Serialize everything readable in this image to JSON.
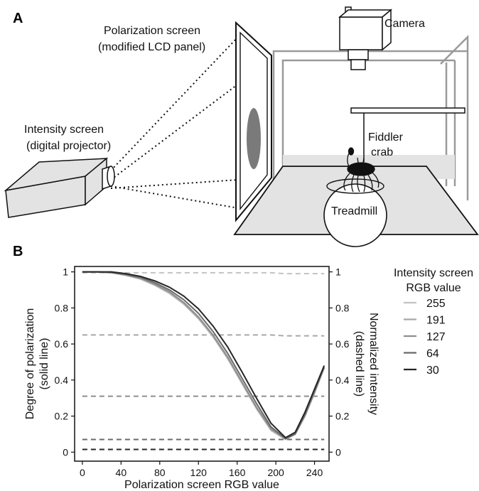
{
  "panel_a": {
    "letter": "A",
    "labels": {
      "polarization_screen_1": "Polarization screen",
      "polarization_screen_2": "(modified LCD panel)",
      "camera": "Camera",
      "intensity_screen_1": "Intensity screen",
      "intensity_screen_2": "(digital projector)",
      "fiddler": "Fiddler",
      "crab": "crab",
      "treadmill": "Treadmill"
    },
    "colors": {
      "fill": "#e3e3e3",
      "stimulus": "#7a7a7a",
      "line": "#111111",
      "frame": "#9a9a9a"
    }
  },
  "chart_data": {
    "panel_letter": "B",
    "type": "line",
    "xlabel": "Polarization screen RGB value",
    "ylabel_left_1": "Degree of polarization",
    "ylabel_left_2": "(solid line)",
    "ylabel_right_1": "Normalized intensity",
    "ylabel_right_2": "(dashed line)",
    "xlim": [
      -8,
      255
    ],
    "ylim": [
      -0.05,
      1.03
    ],
    "xticks": [
      0,
      40,
      80,
      120,
      160,
      200,
      240
    ],
    "yticks_left": [
      "0",
      "0.2",
      "0.4",
      "0.6",
      "0.8",
      "1"
    ],
    "yticks_right": [
      "0",
      "0.2",
      "0.4",
      "0.6",
      "0.8",
      "1"
    ],
    "legend": {
      "title_1": "Intensity screen",
      "title_2": "RGB value",
      "placement": "right"
    },
    "x": [
      0,
      15,
      30,
      45,
      60,
      75,
      90,
      105,
      120,
      135,
      150,
      165,
      180,
      195,
      210,
      220,
      230,
      240,
      250
    ],
    "series": [
      {
        "name": "255",
        "color": "#c2c2c2",
        "dop": [
          1.0,
          1.0,
          0.995,
          0.98,
          0.96,
          0.925,
          0.88,
          0.82,
          0.74,
          0.64,
          0.52,
          0.38,
          0.24,
          0.12,
          0.07,
          0.1,
          0.2,
          0.33,
          0.47
        ],
        "intensity": [
          0.995,
          0.995,
          0.995,
          0.995,
          0.995,
          0.995,
          0.995,
          0.995,
          0.995,
          0.995,
          0.995,
          0.995,
          0.995,
          0.995,
          0.99,
          0.99,
          0.99,
          0.99,
          0.99
        ]
      },
      {
        "name": "191",
        "color": "#a8a8a8",
        "dop": [
          1.0,
          1.0,
          0.995,
          0.982,
          0.962,
          0.928,
          0.885,
          0.825,
          0.745,
          0.645,
          0.525,
          0.385,
          0.245,
          0.125,
          0.072,
          0.1,
          0.2,
          0.33,
          0.47
        ],
        "intensity": [
          0.65,
          0.65,
          0.65,
          0.65,
          0.65,
          0.65,
          0.65,
          0.65,
          0.65,
          0.65,
          0.65,
          0.65,
          0.65,
          0.65,
          0.645,
          0.645,
          0.645,
          0.645,
          0.645
        ]
      },
      {
        "name": "127",
        "color": "#8e8e8e",
        "dop": [
          1.0,
          1.0,
          0.996,
          0.984,
          0.965,
          0.932,
          0.89,
          0.83,
          0.75,
          0.65,
          0.53,
          0.39,
          0.25,
          0.13,
          0.075,
          0.1,
          0.2,
          0.33,
          0.47
        ],
        "intensity": [
          0.31,
          0.31,
          0.31,
          0.31,
          0.31,
          0.31,
          0.31,
          0.31,
          0.31,
          0.31,
          0.31,
          0.31,
          0.31,
          0.31,
          0.31,
          0.31,
          0.31,
          0.31,
          0.31
        ]
      },
      {
        "name": "64",
        "color": "#6a6a6a",
        "dop": [
          1.0,
          1.0,
          0.997,
          0.986,
          0.97,
          0.94,
          0.9,
          0.845,
          0.77,
          0.67,
          0.55,
          0.41,
          0.27,
          0.14,
          0.075,
          0.1,
          0.21,
          0.34,
          0.47
        ],
        "intensity": [
          0.07,
          0.07,
          0.07,
          0.07,
          0.07,
          0.07,
          0.07,
          0.07,
          0.07,
          0.07,
          0.07,
          0.07,
          0.07,
          0.07,
          0.07,
          0.07,
          0.07,
          0.07,
          0.07
        ]
      },
      {
        "name": "30",
        "color": "#262626",
        "dop": [
          1.0,
          1.0,
          1.0,
          0.99,
          0.975,
          0.95,
          0.915,
          0.865,
          0.795,
          0.7,
          0.585,
          0.445,
          0.3,
          0.16,
          0.08,
          0.11,
          0.22,
          0.35,
          0.48
        ],
        "intensity": [
          0.015,
          0.015,
          0.015,
          0.015,
          0.015,
          0.015,
          0.015,
          0.015,
          0.015,
          0.015,
          0.015,
          0.015,
          0.015,
          0.015,
          0.015,
          0.015,
          0.015,
          0.015,
          0.015
        ]
      }
    ]
  }
}
